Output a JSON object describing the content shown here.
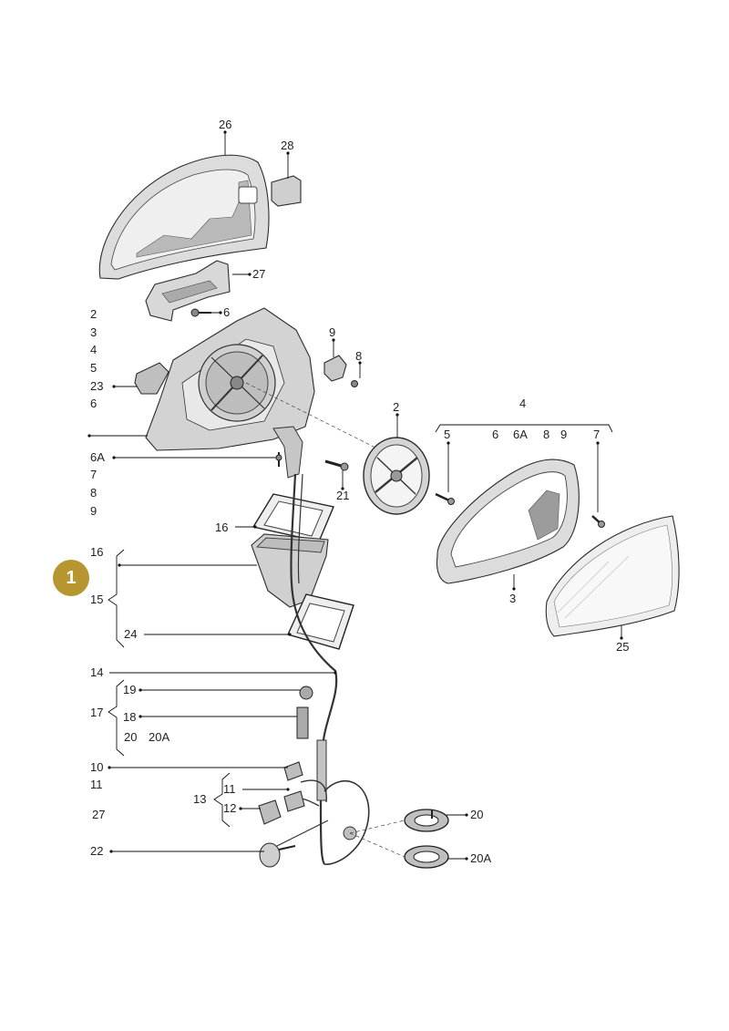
{
  "badge": "1",
  "callouts": {
    "c26": "26",
    "c28": "28",
    "c27a": "27",
    "c6a": "6",
    "s2": "2",
    "s3": "3",
    "s4": "4",
    "s5": "5",
    "s23": "23",
    "s6": "6",
    "c9": "9",
    "c8": "8",
    "s6A": "6A",
    "s7": "7",
    "s8": "8",
    "s9": "9",
    "c21": "21",
    "c2": "2",
    "c4": "4",
    "c5": "5",
    "r6": "6",
    "r6A": "6A",
    "r8": "8",
    "r9": "9",
    "c7": "7",
    "c16a": "16",
    "c16b": "16",
    "c15": "15",
    "c24": "24",
    "c3": "3",
    "c25": "25",
    "c14": "14",
    "c19": "19",
    "c17": "17",
    "c18": "18",
    "c20": "20",
    "c20A": "20A",
    "c10": "10",
    "c11a": "11",
    "c13": "13",
    "c11b": "11",
    "c12": "12",
    "c27b": "27",
    "c22": "22",
    "c20r": "20",
    "c20Ar": "20A"
  }
}
